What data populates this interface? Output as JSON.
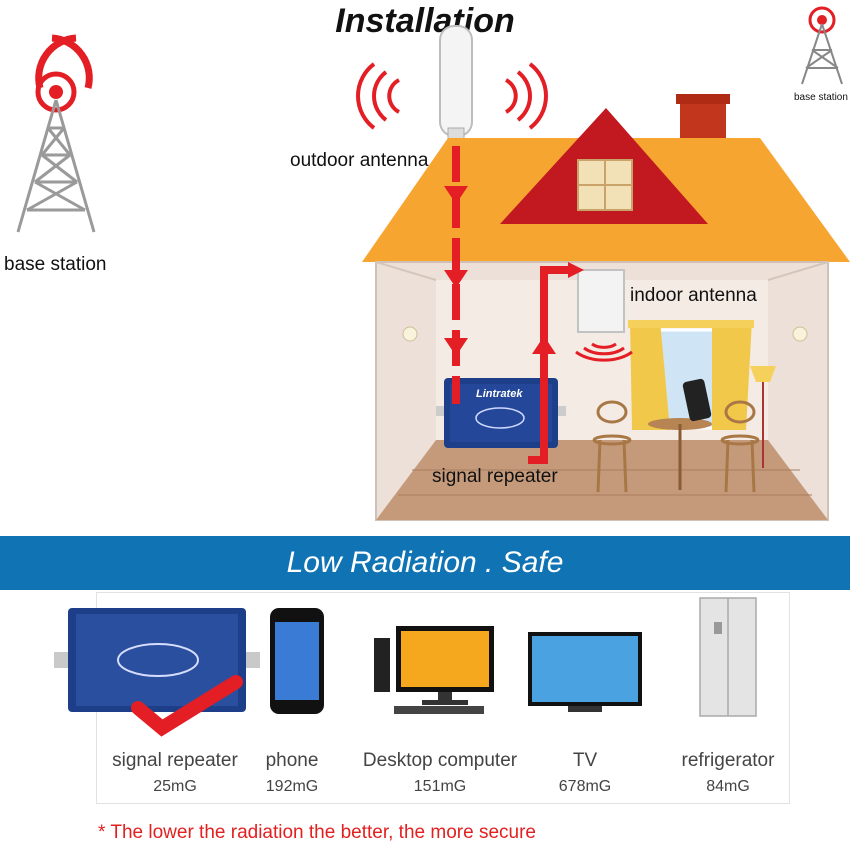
{
  "title": "Installation",
  "labels": {
    "base_station_left": "base station",
    "base_station_right": "base station",
    "outdoor_antenna": "outdoor antenna",
    "indoor_antenna": "indoor antenna",
    "signal_repeater": "signal repeater",
    "brand": "Lintratek"
  },
  "banner": "Low Radiation . Safe",
  "devices": [
    {
      "name": "signal repeater",
      "value": "25mG"
    },
    {
      "name": "phone",
      "value": "192mG"
    },
    {
      "name": "Desktop computer",
      "value": "151mG"
    },
    {
      "name": "TV",
      "value": "678mG"
    },
    {
      "name": "refrigerator",
      "value": "84mG"
    }
  ],
  "note": "The lower the radiation the better, the more secure",
  "colors": {
    "banner": "#0f73b4",
    "signal_red": "#e31e24",
    "roof": "#f7a531",
    "roof_triangle": "#c2181f"
  }
}
